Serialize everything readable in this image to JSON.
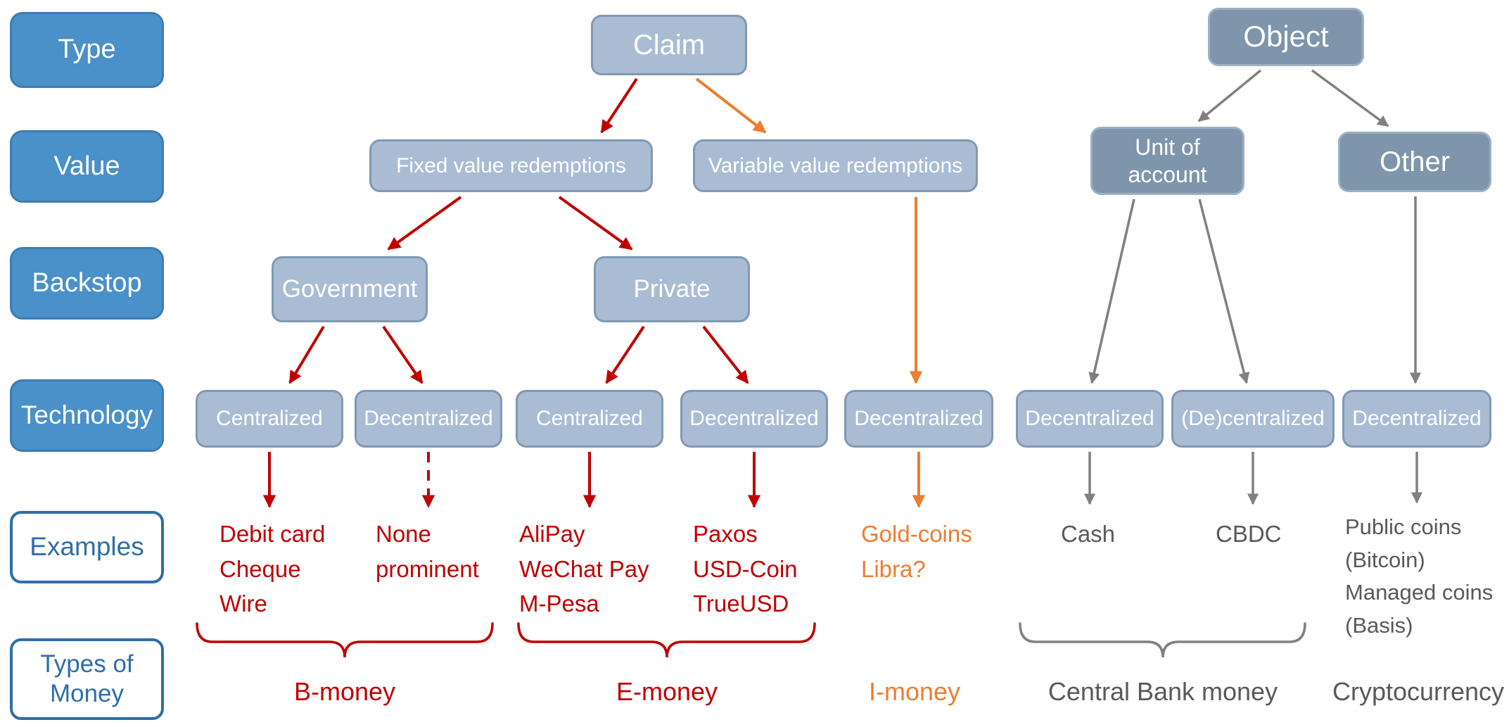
{
  "colors": {
    "sidebar_blue": "#4a90c9",
    "outline_blue": "#2e6ea8",
    "node_light_fill": "#a9bcd3",
    "node_light_border": "#8099b1",
    "node_dark_fill": "#7e95ab",
    "red": "#c00000",
    "orange": "#ed7d31",
    "gray_arrow": "#808080",
    "gray_text": "#595959"
  },
  "sidebar": {
    "items": [
      {
        "label": "Type"
      },
      {
        "label": "Value"
      },
      {
        "label": "Backstop"
      },
      {
        "label": "Technology"
      },
      {
        "label": "Examples"
      },
      {
        "label": "Types of Money"
      }
    ]
  },
  "nodes": {
    "claim": "Claim",
    "object": "Object",
    "fixed": "Fixed value redemptions",
    "variable": "Variable value redemptions",
    "unit_of_account": "Unit of account",
    "other": "Other",
    "government": "Government",
    "private": "Private",
    "tech_centralized_gov": "Centralized",
    "tech_decentralized_gov": "Decentralized",
    "tech_centralized_priv": "Centralized",
    "tech_decentralized_priv": "Decentralized",
    "tech_decentralized_imoney": "Decentralized",
    "tech_decentralized_cash": "Decentralized",
    "tech_decentralized_cbdc": "(De)centralized",
    "tech_decentralized_crypto": "Decentralized"
  },
  "examples": {
    "b_money_centralized": "Debit card\nCheque\nWire",
    "b_money_decentralized": "None\nprominent",
    "e_money_centralized": "AliPay\nWeChat Pay\nM-Pesa",
    "e_money_decentralized": "Paxos\nUSD-Coin\nTrueUSD",
    "i_money": "Gold-coins\nLibra?",
    "cash": "Cash",
    "cbdc": "CBDC",
    "cryptocurrency": "Public coins\n(Bitcoin)\nManaged coins\n(Basis)"
  },
  "money_types": {
    "b": "B-money",
    "e": "E-money",
    "i": "I-money",
    "central_bank": "Central Bank money",
    "crypto": "Cryptocurrency"
  }
}
